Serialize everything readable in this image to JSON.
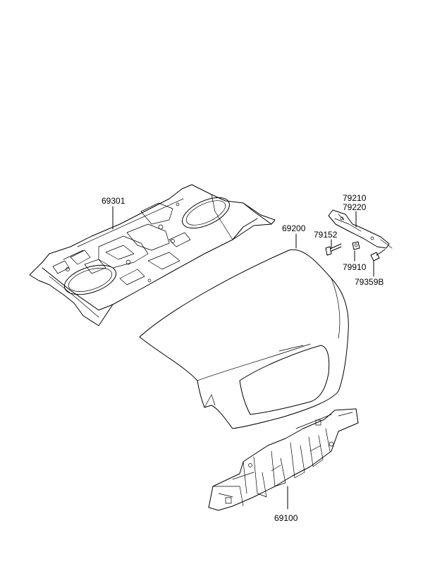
{
  "parts": {
    "rear_shelf": "69301",
    "trunk_lid": "69200",
    "hinge_left": "79210",
    "hinge_right": "79220",
    "bolt": "79152",
    "nut": "79910",
    "bolt_b": "79359B",
    "trim_panel": "69100"
  }
}
